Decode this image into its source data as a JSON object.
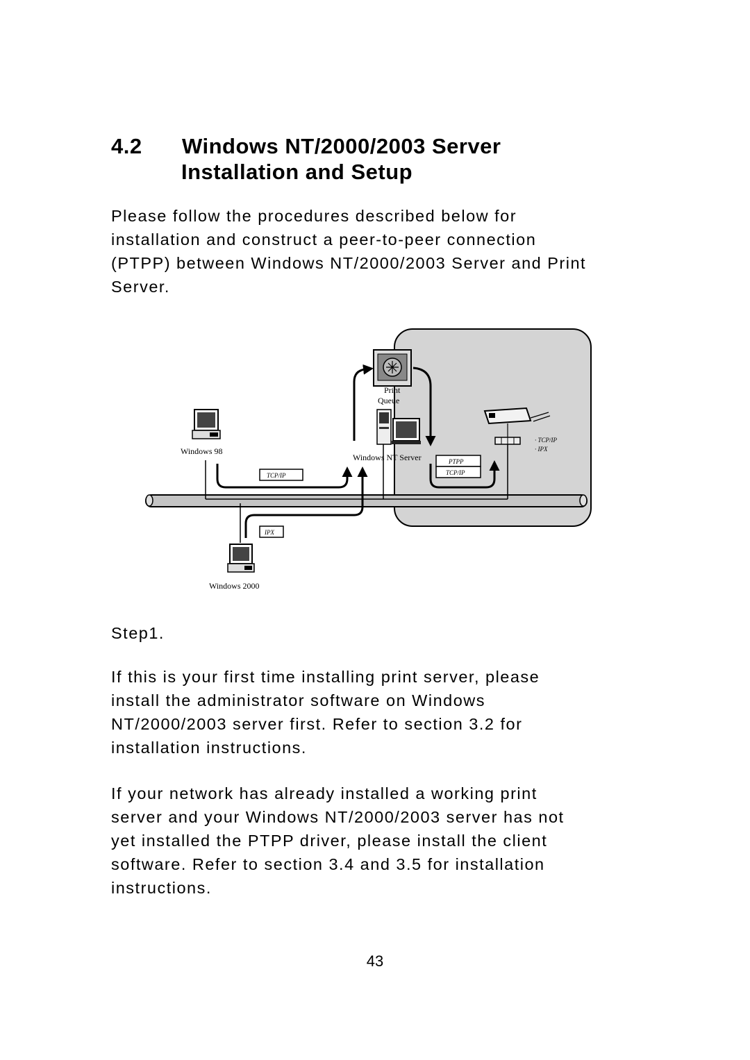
{
  "section": {
    "number": "4.2",
    "title_line1": "Windows NT/2000/2003 Server",
    "title_line2": "Installation and Setup"
  },
  "intro_line1": "Please follow the procedures described below for",
  "intro_line2": "installation and construct a peer-to-peer connection",
  "intro_line3": "(PTPP) between Windows NT/2000/2003 Server and Print",
  "intro_line4": "Server.",
  "figure": {
    "label_win98": "Windows 98",
    "label_nt_server": "Windows NT Server",
    "label_win2000": "Windows 2000",
    "label_queue": "Queue",
    "label_print": "Print",
    "tag_tcpip_left": "TCP/IP",
    "tag_ipx": "IPX",
    "tag_ptpp": "PTPP",
    "tag_tcpip_right": "TCP/IP",
    "legend_tcpip": "· TCP/IP",
    "legend_ipx": "· IPX"
  },
  "step_label": "Step1.",
  "para2_line1": "If this is your first time installing print server, please",
  "para2_line2": "install the administrator software on Windows",
  "para2_line3": "NT/2000/2003 server first. Refer to section 3.2 for",
  "para2_line4": "installation instructions.",
  "para3_line1": "If your network has already installed a working print",
  "para3_line2": "server and your Windows NT/2000/2003 server has not",
  "para3_line3": "yet installed the PTPP driver, please install the client",
  "para3_line4": "software. Refer to section 3.4 and 3.5 for installation",
  "para3_line5": "instructions.",
  "page_number": "43"
}
